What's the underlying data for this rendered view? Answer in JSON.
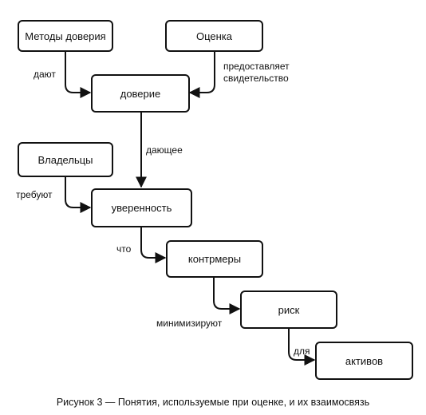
{
  "nodes": {
    "trust_methods": "Методы доверия",
    "evaluation": "Оценка",
    "trust": "доверие",
    "owners": "Владельцы",
    "confidence": "уверенность",
    "countermeasures": "контрмеры",
    "risk": "риск",
    "assets": "активов"
  },
  "edges": {
    "give": "дают",
    "provides_evidence_1": "предоставляет",
    "provides_evidence_2": "свидетельство",
    "giving": "дающее",
    "require": "требуют",
    "that": "что",
    "minimize": "минимизируют",
    "for": "для"
  },
  "caption": "Рисунок 3 — Понятия, используемые при оценке, и их взаимосвязь"
}
